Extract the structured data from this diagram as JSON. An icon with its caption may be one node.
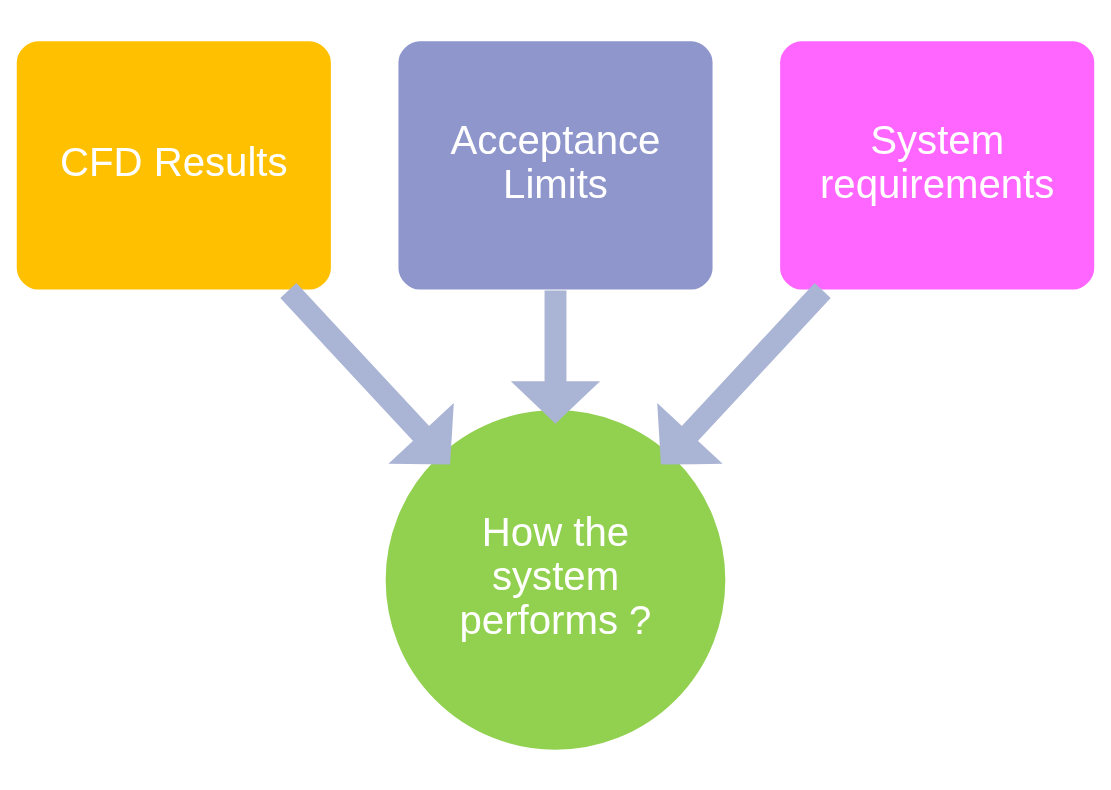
{
  "diagram": {
    "nodes": [
      {
        "text": [
          "CFD Results"
        ]
      },
      {
        "text": [
          "Acceptance Limits"
        ]
      },
      {
        "text": [
          "System requirements"
        ]
      },
      {
        "text": [
          "How the system performs ?"
        ]
      }
    ],
    "edges": [
      {
        "from": 0,
        "to": 3,
        "arrow": "to"
      },
      {
        "from": 1,
        "to": 3,
        "arrow": "to"
      },
      {
        "from": 2,
        "to": 3,
        "arrow": "to"
      }
    ]
  }
}
